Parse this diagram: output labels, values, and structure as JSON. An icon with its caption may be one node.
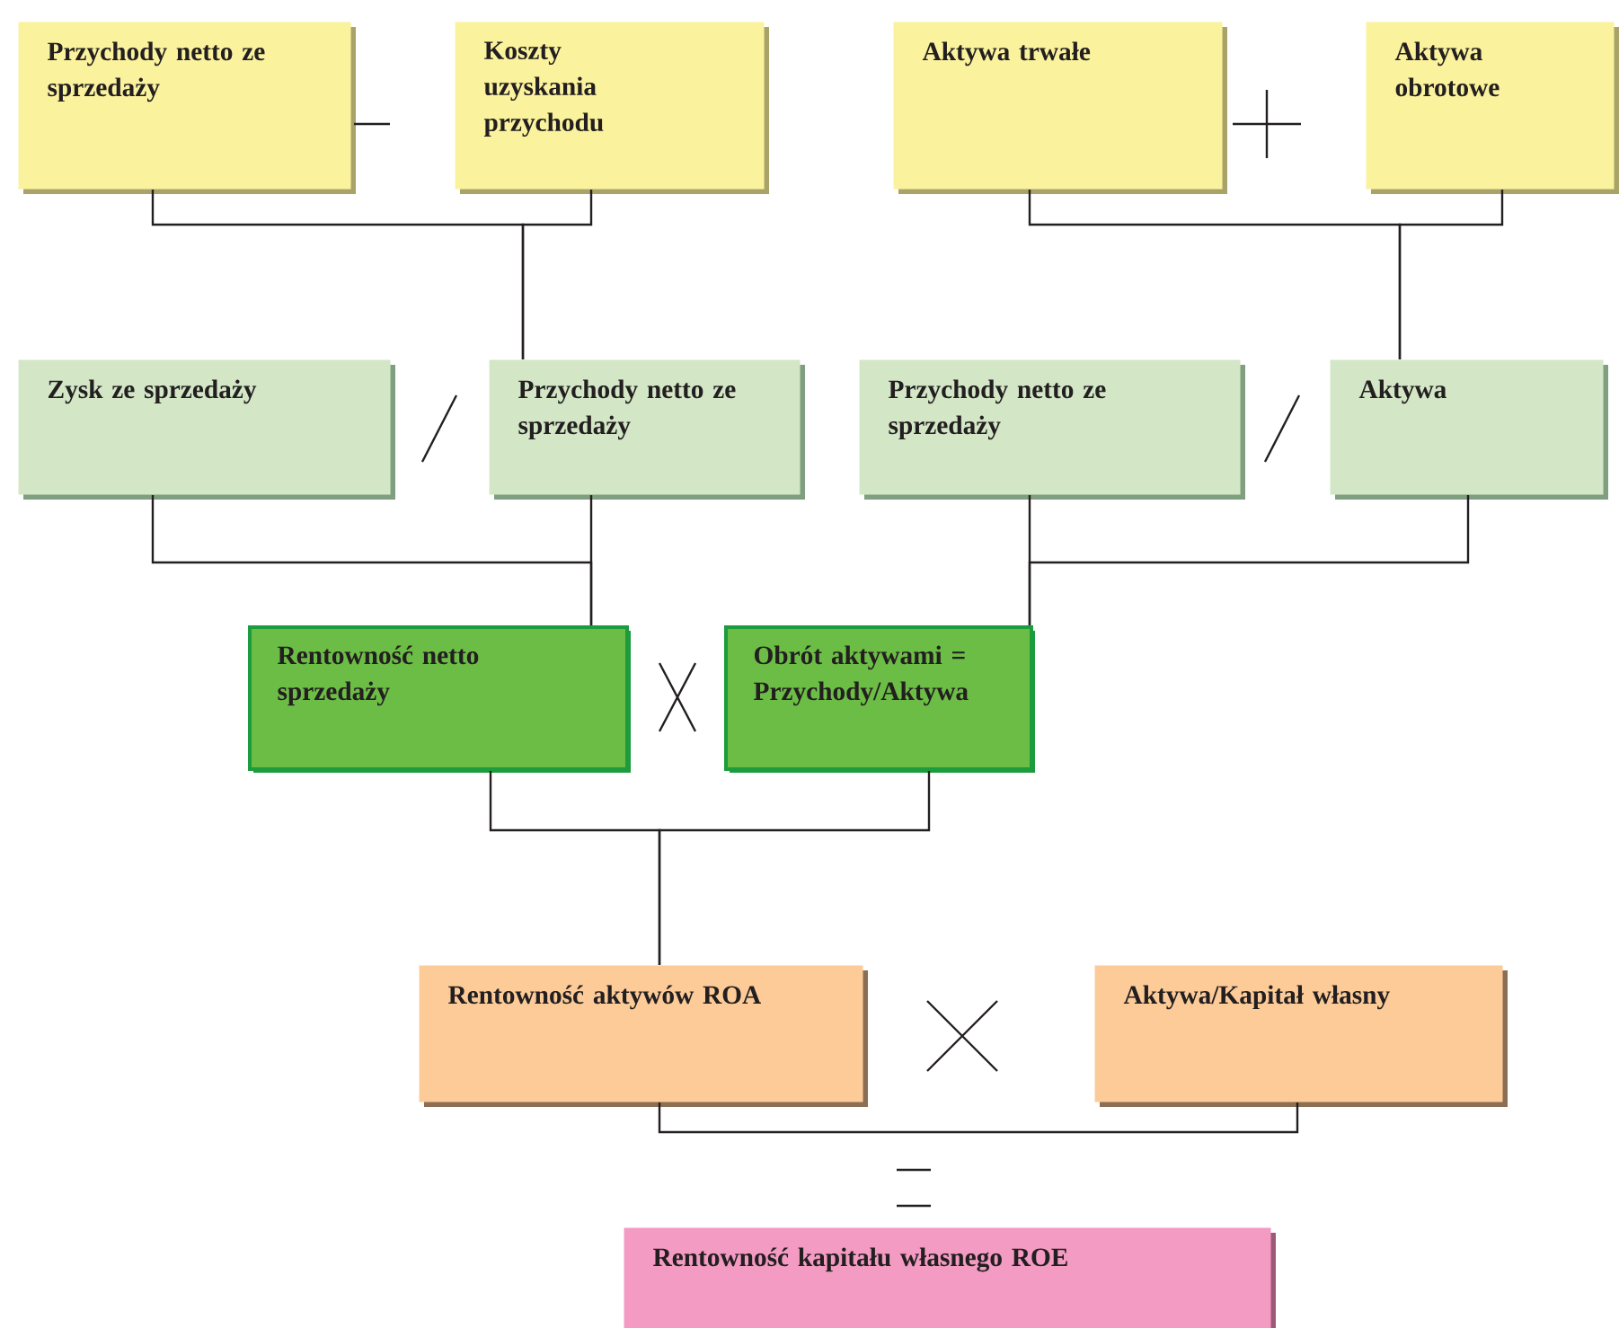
{
  "diagram": {
    "nodes": [
      {
        "text": [
          "Przychody netto ze sprzedaży"
        ]
      },
      {
        "text": [
          "Koszty uzyskania przychodu"
        ]
      },
      {
        "text": [
          "Aktywa trwałe"
        ]
      },
      {
        "text": [
          "Aktywa obrotowe"
        ]
      },
      {
        "text": [
          "Zysk ze sprzedaży"
        ]
      },
      {
        "text": [
          "Przychody netto ze sprzedaży"
        ]
      },
      {
        "text": [
          "Przychody netto ze sprzedaży"
        ]
      },
      {
        "text": [
          "Aktywa"
        ]
      },
      {
        "text": [
          "Rentowność netto sprzedaży"
        ]
      },
      {
        "text": [
          "Obrót aktywami = Przychody/Aktywa"
        ]
      },
      {
        "text": [
          "Rentowność aktywów ROA"
        ]
      },
      {
        "text": [
          "Aktywa/Kapitał własny"
        ]
      },
      {
        "text": [
          "Rentowność kapitału własnego ROE"
        ]
      }
    ],
    "edges": [
      {
        "from": 0,
        "to": 5,
        "arrow": "none"
      },
      {
        "from": 1,
        "to": 5,
        "arrow": "none"
      },
      {
        "from": 2,
        "to": 7,
        "arrow": "none"
      },
      {
        "from": 3,
        "to": 7,
        "arrow": "none"
      },
      {
        "from": 4,
        "to": 8,
        "arrow": "none"
      },
      {
        "from": 5,
        "to": 8,
        "arrow": "none"
      },
      {
        "from": 6,
        "to": 9,
        "arrow": "none"
      },
      {
        "from": 7,
        "to": 9,
        "arrow": "none"
      },
      {
        "from": 8,
        "to": 10,
        "arrow": "none"
      },
      {
        "from": 9,
        "to": 10,
        "arrow": "none"
      },
      {
        "from": 10,
        "to": 11,
        "arrow": "none"
      }
    ]
  }
}
